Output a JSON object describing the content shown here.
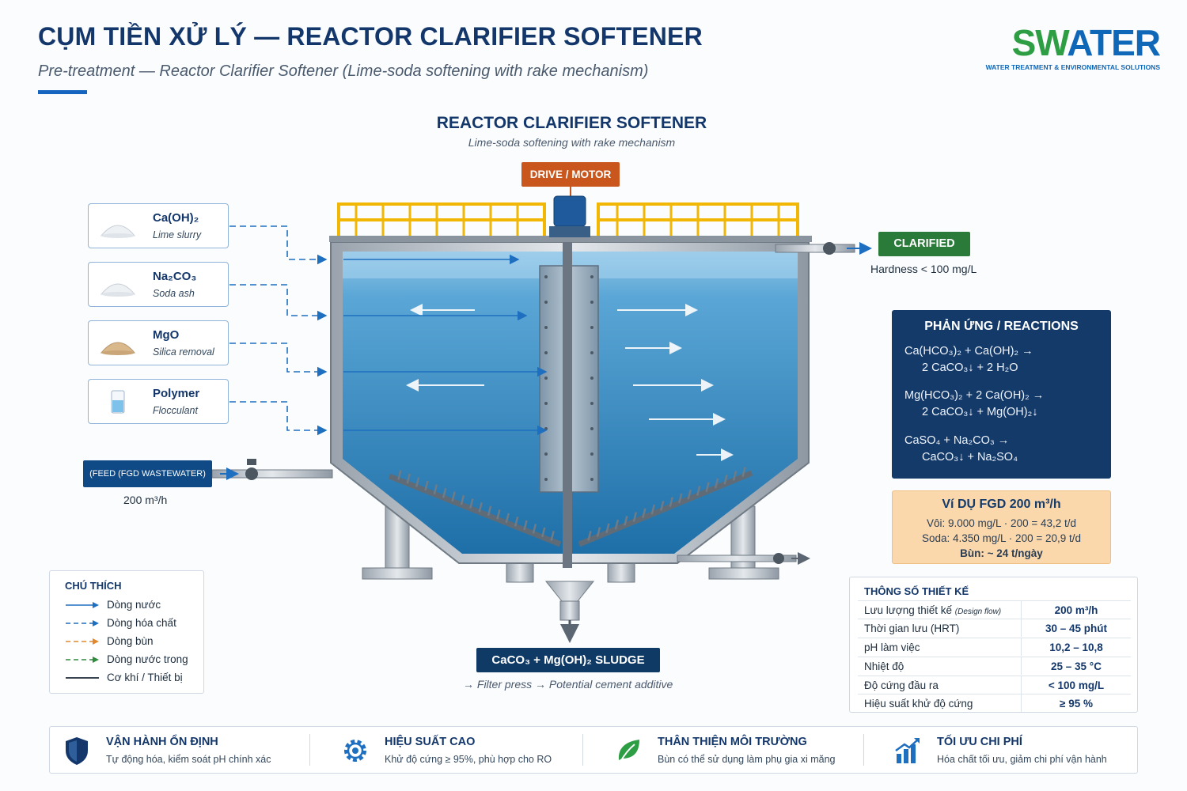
{
  "header": {
    "title": "CỤM TIỀN XỬ LÝ — REACTOR CLARIFIER SOFTENER",
    "subtitle": "Pre-treatment — Reactor Clarifier Softener (Lime-soda softening with rake mechanism)"
  },
  "logo": {
    "word_green": "SW",
    "word_drop": "A",
    "word_blue": "TER",
    "tagline": "WATER TREATMENT & ENVIRONMENTAL SOLUTIONS"
  },
  "diagram": {
    "title": "REACTOR CLARIFIER SOFTENER",
    "subtitle": "Lime-soda softening with rake mechanism",
    "drive": "DRIVE / MOTOR",
    "clarified": {
      "label": "CLARIFIED",
      "spec": "Hardness < 100 mg/L"
    },
    "feed": {
      "label": "(FEED (FGD WASTEWATER)",
      "flow": "200 m³/h"
    },
    "sludge": {
      "label": "CaCO₃ + Mg(OH)₂ SLUDGE",
      "route": "→ Filter press → Potential cement additive"
    }
  },
  "chemicals": [
    {
      "name": "Ca(OH)₂",
      "desc": "Lime slurry",
      "icon": "white-powder-icon"
    },
    {
      "name": "Na₂CO₃",
      "desc": "Soda ash",
      "icon": "white-powder-icon"
    },
    {
      "name": "MgO",
      "desc": "Silica removal",
      "icon": "tan-powder-icon"
    },
    {
      "name": "Polymer",
      "desc": "Flocculant",
      "icon": "beaker-icon"
    }
  ],
  "reactions": {
    "title": "PHẢN ỨNG / REACTIONS",
    "lines": [
      "Ca(HCO₃)₂ + Ca(OH)₂ →",
      "2 CaCO₃↓ + 2 H₂O",
      "Mg(HCO₃)₂ + 2 Ca(OH)₂ →",
      "2 CaCO₃↓ + Mg(OH)₂↓",
      "CaSO₄ + Na₂CO₃ →",
      "CaCO₃↓ + Na₂SO₄"
    ]
  },
  "example": {
    "title": "Ví DỤ FGD 200 m³/h",
    "lime": "Vôi: 9.000 mg/L · 200 = 43,2 t/d",
    "soda": "Soda: 4.350 mg/L · 200 = 20,9 t/d",
    "sludge": "Bùn: ~ 24 t/ngày"
  },
  "specs": {
    "title": "THÔNG SỐ THIẾT KẾ",
    "rows": [
      {
        "key": "Lưu lượng thiết kế",
        "note": "(Design flow)",
        "value": "200 m³/h"
      },
      {
        "key": "Thời gian lưu (HRT)",
        "note": "",
        "value": "30 – 45 phút"
      },
      {
        "key": "pH làm việc",
        "note": "",
        "value": "10,2 – 10,8"
      },
      {
        "key": "Nhiệt độ",
        "note": "",
        "value": "25 – 35 °C"
      },
      {
        "key": "Độ cứng đầu ra",
        "note": "",
        "value": "< 100 mg/L"
      },
      {
        "key": "Hiệu suất khử độ cứng",
        "note": "",
        "value": "≥ 95 %"
      }
    ]
  },
  "legend": {
    "title": "CHÚ THÍCH",
    "items": [
      {
        "label": "Dòng nước",
        "color": "#1f6fc0",
        "style": "solid-arrow"
      },
      {
        "label": "Dòng hóa chất",
        "color": "#1f6fc0",
        "style": "dashed-arrow"
      },
      {
        "label": "Dòng bùn",
        "color": "#e0882e",
        "style": "dashed-arrow"
      },
      {
        "label": "Dòng nước trong",
        "color": "#2e8b3e",
        "style": "dashed-arrow"
      },
      {
        "label": "Cơ khí / Thiết bị",
        "color": "#3a4450",
        "style": "solid-line"
      }
    ]
  },
  "features": [
    {
      "title": "VẬN HÀNH ỔN ĐỊNH",
      "desc": "Tự động hóa, kiểm soát pH chính xác",
      "icon": "shield-icon"
    },
    {
      "title": "HIỆU SUẤT CAO",
      "desc": "Khử độ cứng ≥ 95%, phù hợp cho RO",
      "icon": "gear-icon"
    },
    {
      "title": "THÂN THIỆN MÔI TRƯỜNG",
      "desc": "Bùn có thể sử dụng làm phụ gia xi măng",
      "icon": "leaf-icon"
    },
    {
      "title": "TỐI ƯU CHI PHÍ",
      "desc": "Hóa chất tối ưu, giảm chi phí vận hành",
      "icon": "bar-chart-icon"
    }
  ],
  "colors": {
    "navy": "#13376b",
    "accent_blue": "#1565c0",
    "drive": "#c8561d",
    "clarified": "#2a7a39",
    "water": "#3b8fc4",
    "railing": "#f2b705"
  }
}
